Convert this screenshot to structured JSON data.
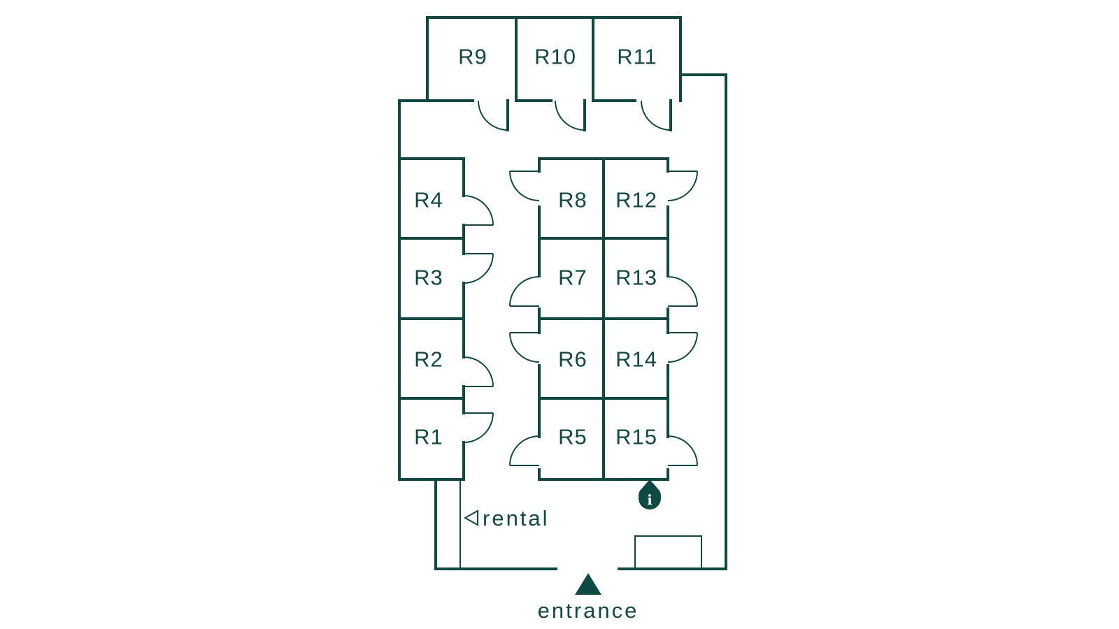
{
  "rooms": {
    "r1": "R1",
    "r2": "R2",
    "r3": "R3",
    "r4": "R4",
    "r5": "R5",
    "r6": "R6",
    "r7": "R7",
    "r8": "R8",
    "r9": "R9",
    "r10": "R10",
    "r11": "R11",
    "r12": "R12",
    "r13": "R13",
    "r14": "R14",
    "r15": "R15"
  },
  "labels": {
    "rental": "rental",
    "entrance": "entrance",
    "info": "i"
  },
  "icons": {
    "rental_arrow": "left-triangle-outline-icon",
    "entrance_arrow": "up-triangle-solid-icon",
    "info_marker": "info-pin-icon"
  },
  "colors": {
    "ink": "#0e4a44",
    "background": "#ffffff"
  }
}
